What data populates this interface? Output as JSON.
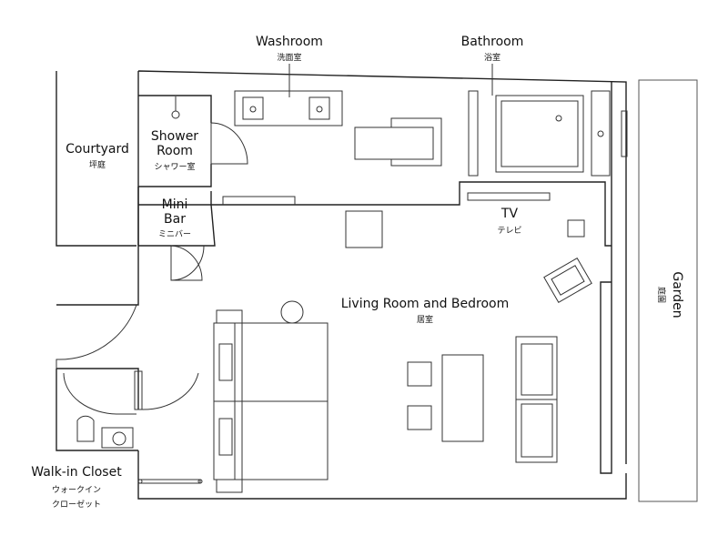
{
  "rooms": {
    "washroom": {
      "en": "Washroom",
      "jp": "洗面室"
    },
    "bathroom": {
      "en": "Bathroom",
      "jp": "浴室"
    },
    "courtyard": {
      "en": "Courtyard",
      "jp": "坪庭"
    },
    "shower": {
      "en1": "Shower",
      "en2": "Room",
      "jp": "シャワー室"
    },
    "minibar": {
      "en1": "Mini",
      "en2": "Bar",
      "jp": "ミニバー"
    },
    "tv": {
      "en": "TV",
      "jp": "テレビ"
    },
    "living": {
      "en": "Living Room and Bedroom",
      "jp": "居室"
    },
    "garden": {
      "en": "Garden",
      "jp": "庭園"
    },
    "closet": {
      "en": "Walk-in Closet",
      "jp1": "ウォークイン",
      "jp2": "クローゼット"
    }
  }
}
